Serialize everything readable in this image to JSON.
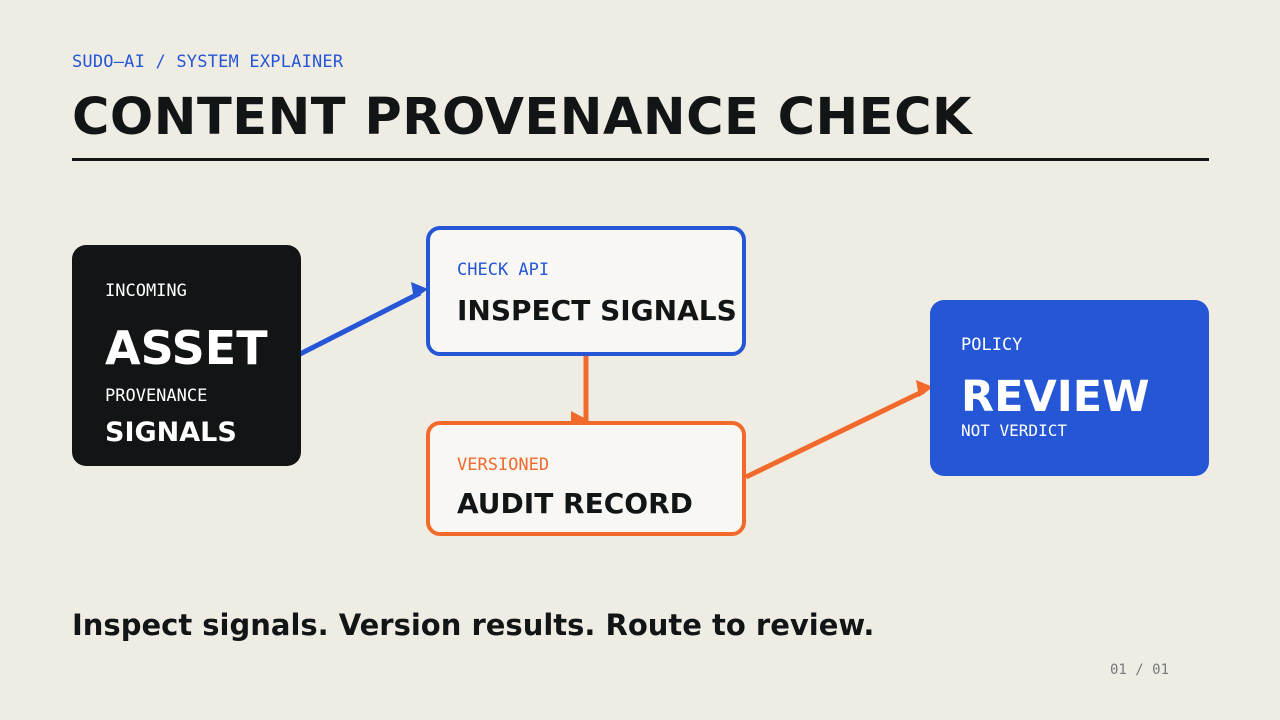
{
  "header": {
    "eyebrow": "SUDO—AI / SYSTEM EXPLAINER",
    "title": "CONTENT PROVENANCE CHECK"
  },
  "nodes": {
    "asset": {
      "label_top": "INCOMING",
      "title": "ASSET",
      "label_bottom": "PROVENANCE",
      "subtitle": "SIGNALS"
    },
    "check": {
      "label": "CHECK API",
      "title": "INSPECT SIGNALS"
    },
    "audit": {
      "label": "VERSIONED",
      "title": "AUDIT RECORD"
    },
    "review": {
      "label": "POLICY",
      "title": "REVIEW",
      "note": "NOT VERDICT"
    }
  },
  "colors": {
    "background": "#efece4",
    "ink": "#121516",
    "blue": "#2456d6",
    "orange": "#f26a2b",
    "card": "#f8f7f3"
  },
  "footer": {
    "tagline": "Inspect signals. Version results. Route to review.",
    "pager": "01 / 01"
  }
}
